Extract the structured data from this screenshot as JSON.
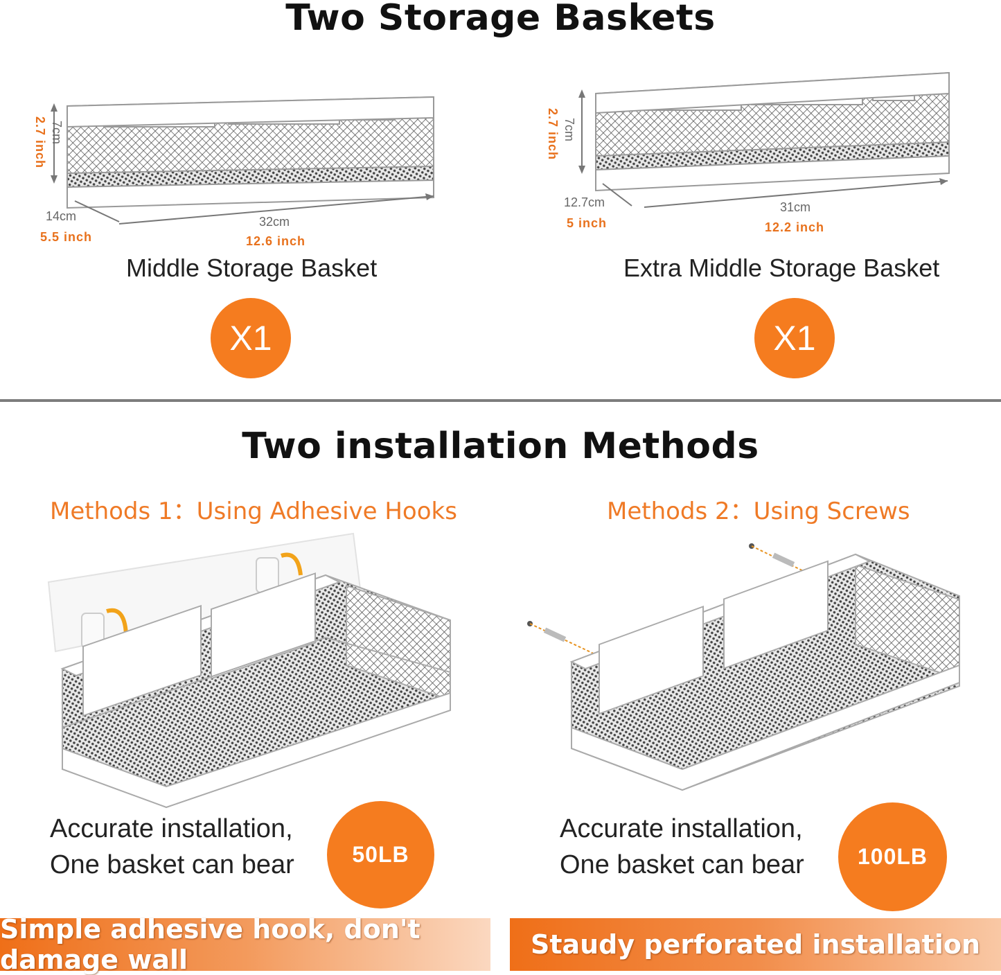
{
  "top_section": {
    "title": "Two Storage Baskets",
    "basket_left": {
      "height_cm": "7cm",
      "height_in": "2.7 inch",
      "depth_cm": "14cm",
      "depth_in": "5.5 inch",
      "length_cm": "32cm",
      "length_in": "12.6 inch",
      "name": "Middle Storage Basket",
      "quantity": "X1"
    },
    "basket_right": {
      "height_cm": "7cm",
      "height_in": "2.7 inch",
      "depth_cm": "12.7cm",
      "depth_in": "5 inch",
      "length_cm": "31cm",
      "length_in": "12.2 inch",
      "name": "Extra Middle Storage Basket",
      "quantity": "X1"
    }
  },
  "bottom_section": {
    "title": "Two installation Methods",
    "method_1": {
      "heading": "Methods 1：Using Adhesive Hooks",
      "line1": "Accurate installation,",
      "line2": "One basket can bear",
      "load": "50LB",
      "banner": "Simple adhesive hook, don't damage wall"
    },
    "method_2": {
      "heading": "Methods 2：Using Screws",
      "line1": "Accurate installation,",
      "line2": "One basket can bear",
      "load": "100LB",
      "banner": "Staudy perforated installation"
    }
  },
  "colors": {
    "accent": "#f57c1f",
    "heading_orange": "#ef7a26",
    "divider": "#7d7d7d"
  }
}
